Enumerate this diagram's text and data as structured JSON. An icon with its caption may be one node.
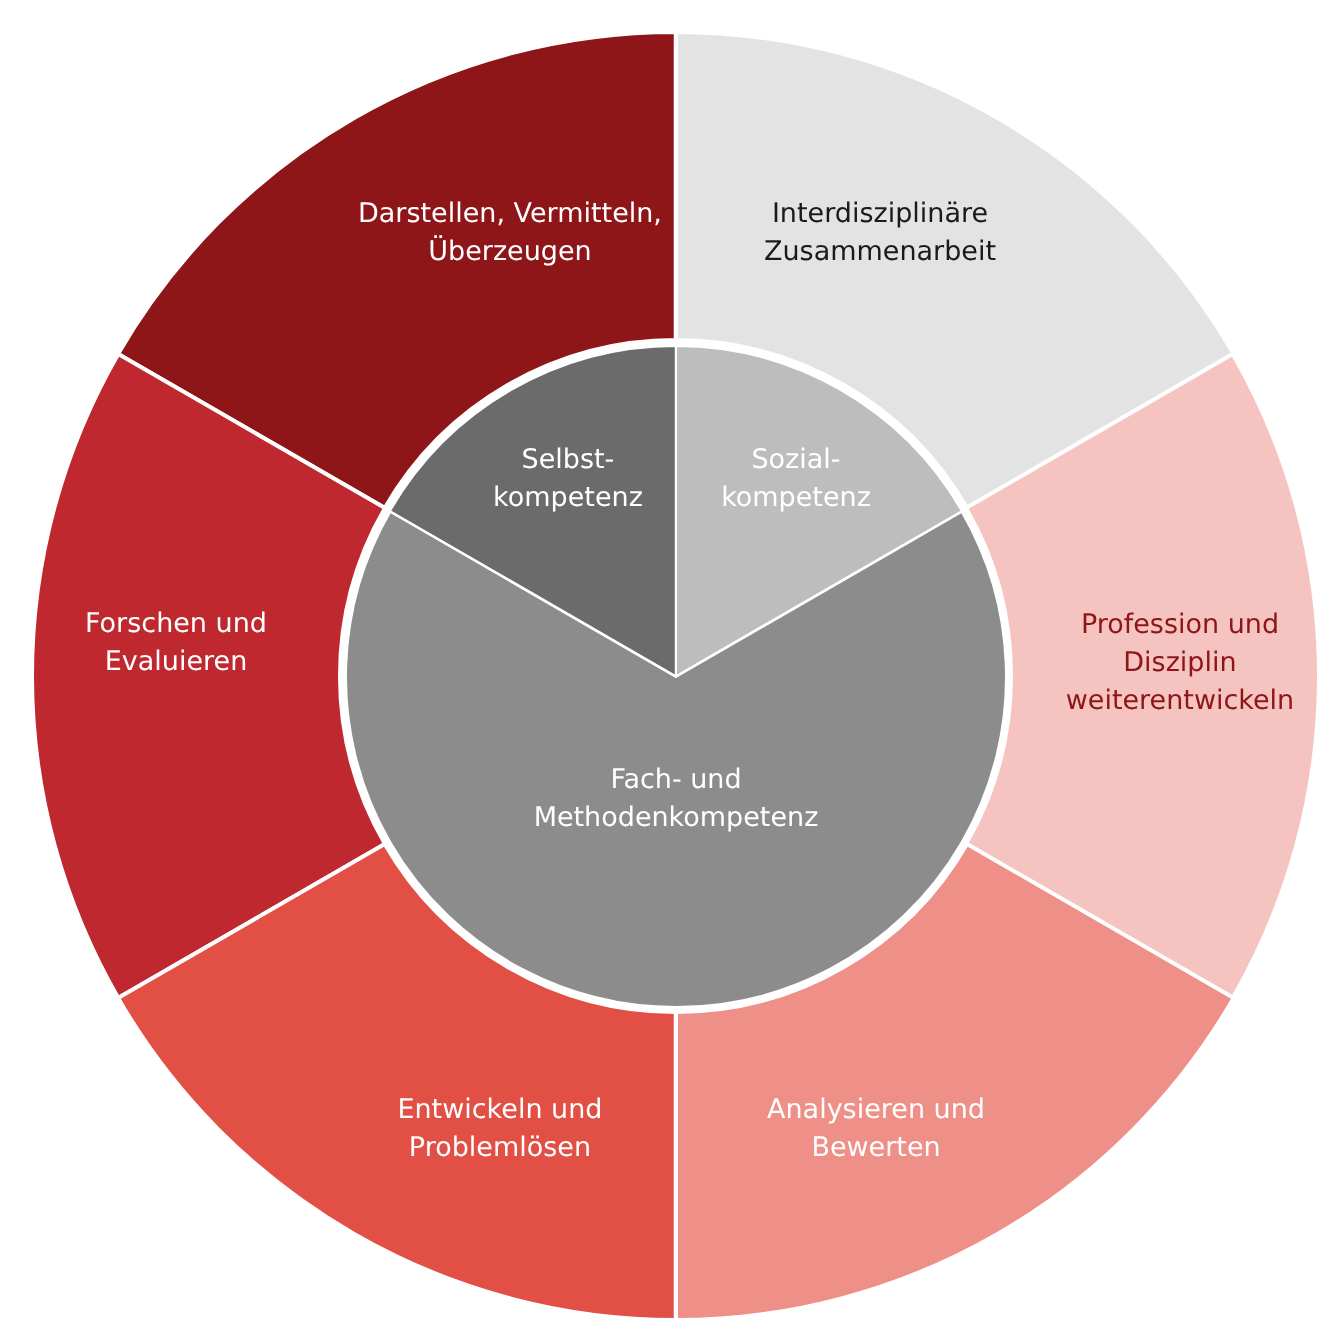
{
  "diagram": {
    "nodes": [
      {
        "text": [
          "Darstellen, Vermitteln, Überzeugen"
        ]
      },
      {
        "text": [
          "Interdisziplinäre Zusammenarbeit"
        ]
      },
      {
        "text": [
          "Selbst- kompetenz"
        ]
      },
      {
        "text": [
          "Sozial- kompetenz"
        ]
      },
      {
        "text": [
          "Forschen und Evaluieren"
        ]
      },
      {
        "text": [
          "Profession und Disziplin weiterentwickeln"
        ]
      },
      {
        "text": [
          "Fach- und Methodenkompetenz"
        ]
      },
      {
        "text": [
          "Entwickeln und Problemlösen"
        ]
      },
      {
        "text": [
          "Analysieren und Bewerten"
        ]
      }
    ]
  }
}
